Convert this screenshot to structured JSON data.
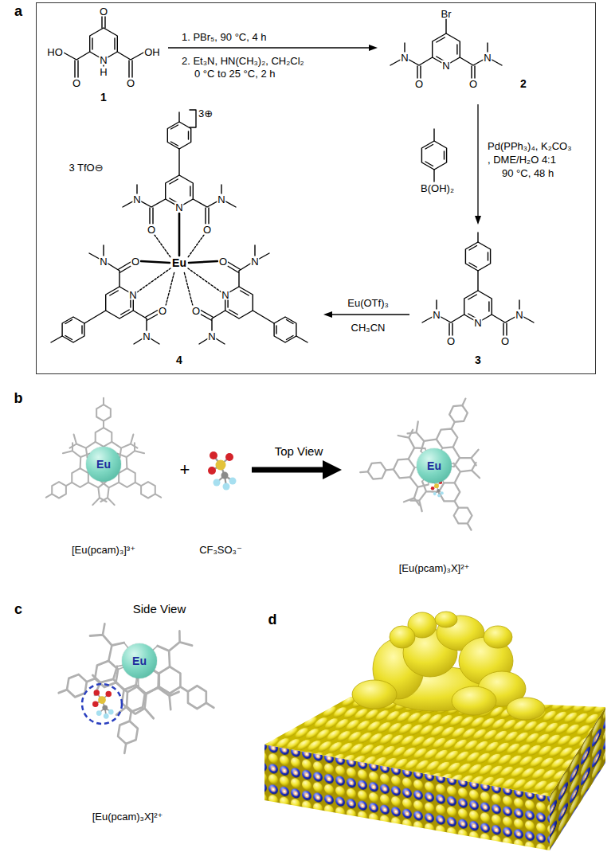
{
  "diagram": {
    "nodes": [
      {
        "text": [
          "a"
        ]
      },
      {
        "text": [
          "1"
        ],
        "in": 0
      },
      {
        "text": [
          "2"
        ],
        "in": 0
      },
      {
        "text": [
          "3"
        ],
        "in": 0
      },
      {
        "text": [
          "4"
        ],
        "in": 0
      },
      {
        "text": [
          "[Eu(pcam)₃]³⁺"
        ]
      },
      {
        "text": [
          "Eu"
        ],
        "in": 5
      },
      {
        "text": [
          "CF₃SO₃⁻"
        ]
      },
      {
        "text": [
          "[Eu(pcam)₃X]²⁺"
        ]
      },
      {
        "text": [
          "Eu"
        ],
        "in": 8
      },
      {
        "text": [
          "[Eu(pcam)₃X]²⁺"
        ]
      },
      {
        "text": [
          "Eu"
        ],
        "in": 10
      }
    ],
    "edges": [
      {
        "from": 1,
        "to": 2,
        "arrow": "to"
      },
      {
        "from": 2,
        "to": 3,
        "arrow": "to"
      },
      {
        "from": 3,
        "to": 4,
        "arrow": "to"
      },
      {
        "from": 7,
        "to": 8,
        "arrow": "to"
      }
    ],
    "labels": [
      "1. PBr₅, 90 °C, 4 h",
      "2. Et₃N, HN(CH₃)₂, CH₂Cl₂",
      "0 °C to 25 °C, 2 h",
      "Pd(PPh₃)₄, K₂CO₃",
      ", DME/H₂O 4:1",
      "90 °C, 48 h",
      "B(OH)₂",
      "Eu(OTf)₃",
      "CH₃CN",
      "3 TfO⊖",
      "3⊕",
      "O",
      "HO",
      "OH",
      "N",
      "H",
      "O",
      "O",
      "Br",
      "N",
      "O",
      "O",
      "N",
      "N",
      "N",
      "O",
      "O",
      "N",
      "N",
      "Eu",
      "N",
      "O",
      "O",
      "N",
      "N",
      "N",
      "O",
      "O",
      "N",
      "N",
      "N",
      "O",
      "O",
      "N",
      "N",
      "b",
      "Top View",
      "+",
      "c",
      "Side View",
      "d"
    ]
  }
}
